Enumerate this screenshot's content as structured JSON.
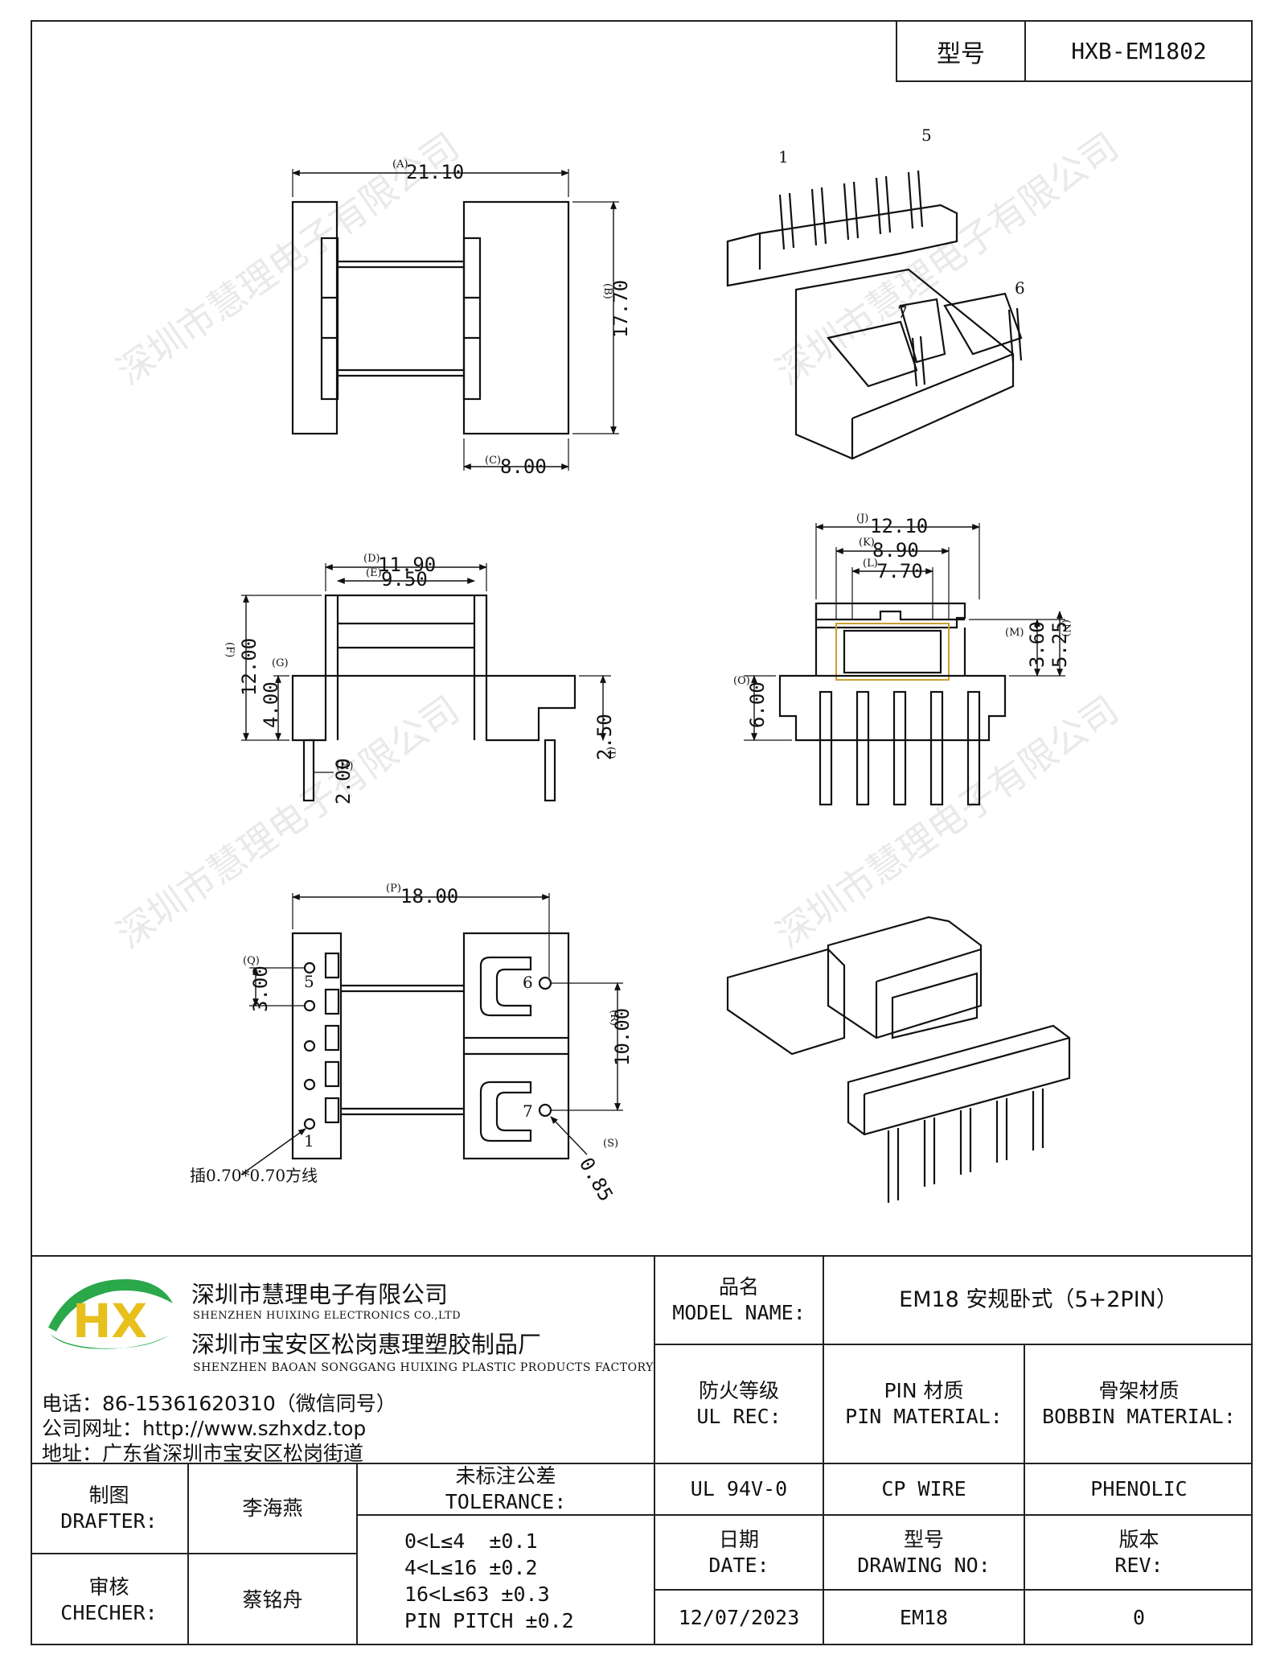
{
  "header": {
    "model_label": "型号",
    "model_value": "HXB-EM1802"
  },
  "watermark": "深圳市慧理电子有限公司",
  "dimensions": {
    "A": "21.10",
    "B": "17.70",
    "C": "8.00",
    "D": "11.90",
    "E": "9.50",
    "F": "12.00",
    "G": "4.00",
    "H": "2.00",
    "I": "2.50",
    "J": "12.10",
    "K": "8.90",
    "L": "7.70",
    "M": "3.60",
    "N": "5.25",
    "O": "6.00",
    "P": "18.00",
    "Q": "3.00",
    "R": "10.00",
    "S": "0.85"
  },
  "tags": {
    "A": "(A)",
    "B": "(B)",
    "C": "(C)",
    "D": "(D)",
    "E": "(E)",
    "F": "(F)",
    "G": "(G)",
    "H": "(H)",
    "I": "(I)",
    "J": "(J)",
    "K": "(K)",
    "L": "(L)",
    "M": "(M)",
    "N": "(N)",
    "O": "(O)",
    "P": "(P)",
    "Q": "(Q)",
    "R": "(R)",
    "S": "(S)"
  },
  "pins": {
    "p1": "1",
    "p5": "5",
    "p6": "6",
    "p7": "7"
  },
  "pin_note": "插0.70*0.70方线",
  "company": {
    "logo_text": "HX",
    "name_cn": "深圳市慧理电子有限公司",
    "name_en": "SHENZHEN HUIXING ELECTRONICS CO.,LTD",
    "factory_cn": "深圳市宝安区松岗惠理塑胶制品厂",
    "factory_en": "SHENZHEN BAOAN SONGGANG HUIXING PLASTIC PRODUCTS FACTORY",
    "phone": "电话：86-15361620310（微信同号）",
    "website": "公司网址：http://www.szhxdz.top",
    "address": "地址：广东省深圳市宝安区松岗街道"
  },
  "titleblock": {
    "model_name_cn": "品名",
    "model_name_en": "MODEL NAME:",
    "model_name_value": "EM18 安规卧式（5+2PIN）",
    "ul_cn": "防火等级",
    "ul_en": "UL REC:",
    "pin_mat_cn": "PIN 材质",
    "pin_mat_en": "PIN MATERIAL:",
    "bobbin_cn": "骨架材质",
    "bobbin_en": "BOBBIN MATERIAL:",
    "ul_value": "UL 94V-0",
    "pin_value": "CP WIRE",
    "bobbin_value": "PHENOLIC",
    "drafter_cn": "制图",
    "drafter_en": "DRAFTER:",
    "drafter_name": "李海燕",
    "checker_cn": "审核",
    "checker_en": "CHECHER:",
    "checker_name": "蔡铭舟",
    "tol_cn": "未标注公差",
    "tol_en": "TOLERANCE:",
    "tol_lines": [
      "0<L≤4  ±0.1",
      "4<L≤16 ±0.2",
      "16<L≤63 ±0.3",
      "PIN PITCH ±0.2"
    ],
    "date_cn": "日期",
    "date_en": "DATE:",
    "date_value": "12/07/2023",
    "dwg_cn": "型号",
    "dwg_en": "DRAWING NO:",
    "dwg_value": "EM18",
    "rev_cn": "版本",
    "rev_en": "REV:",
    "rev_value": "0"
  }
}
